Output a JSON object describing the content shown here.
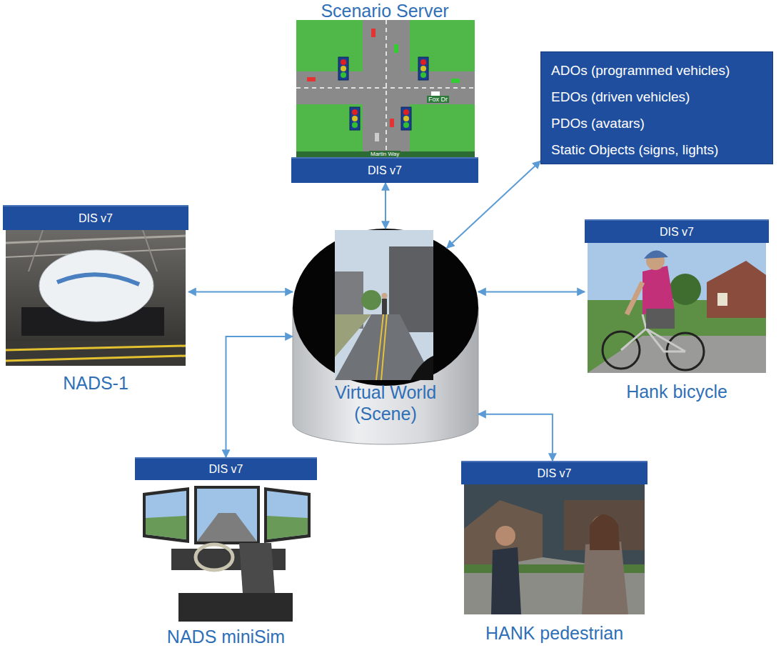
{
  "diagram": {
    "nodes": [
      {
        "text": [
          "Scenario Server",
          "DIS v7"
        ]
      },
      {
        "text": [
          "ADOs (programmed vehicles)",
          "EDOs (driven vehicles)",
          "PDOs (avatars)",
          "Static Objects (signs, lights)"
        ]
      },
      {
        "text": [
          "DIS v7",
          "NADS-1"
        ]
      },
      {
        "text": [
          "Virtual World (Scene)"
        ]
      },
      {
        "text": [
          "DIS v7",
          "Hank bicycle"
        ]
      },
      {
        "text": [
          "DIS v7",
          "NADS miniSim"
        ]
      },
      {
        "text": [
          "DIS v7",
          "HANK pedestrian"
        ]
      }
    ],
    "edges": [
      {
        "from": 0,
        "to": 3,
        "arrow": "both"
      },
      {
        "from": 1,
        "to": 3,
        "arrow": "both"
      },
      {
        "from": 2,
        "to": 3,
        "arrow": "both"
      },
      {
        "from": 4,
        "to": 3,
        "arrow": "both"
      },
      {
        "from": 5,
        "to": 3,
        "arrow": "both"
      },
      {
        "from": 6,
        "to": 3,
        "arrow": "both"
      }
    ],
    "labels": [
      "Fox Dr",
      "Martin Way"
    ]
  }
}
